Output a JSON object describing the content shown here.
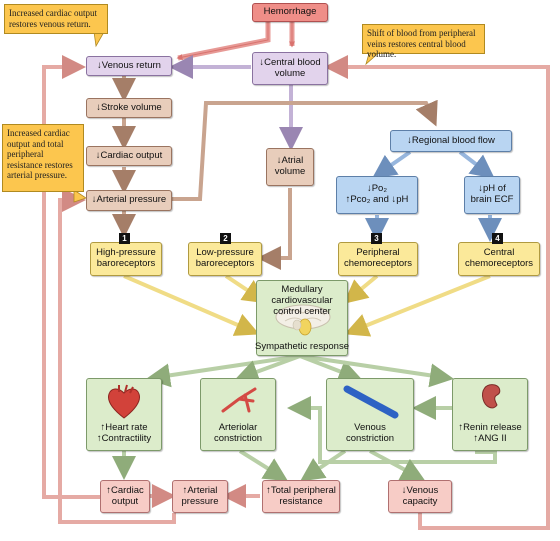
{
  "notes": {
    "venous_return": "Increased cardiac output restores venous return.",
    "shift": "Shift of blood from peripheral veins restores central blood volume.",
    "arterial": "Increased cardiac output and total peripheral resistance restores arterial pressure."
  },
  "boxes": {
    "hemorrhage": "Hemorrhage",
    "venous_return": "↓Venous return",
    "central_blood_volume": "↓Central blood volume",
    "stroke_volume": "↓Stroke volume",
    "cardiac_output_down": "↓Cardiac output",
    "atrial_volume": "↓Atrial volume",
    "arterial_pressure_down": "↓Arterial pressure",
    "regional_blood_flow": "↓Regional blood flow",
    "po2": "↓Po₂",
    "pco2_ph": "↑Pco₂ and ↓pH",
    "ph_ecf": "↓pH of brain ECF",
    "high_baro": "High-pressure baroreceptors",
    "low_baro": "Low-pressure baroreceptors",
    "peri_chemo": "Peripheral chemoreceptors",
    "central_chemo": "Central chemoreceptors",
    "medullary": "Medullary cardiovascular control center",
    "sympathetic": "Sympathetic response",
    "heart_rate": "↑Heart rate",
    "contractility": "↑Contractility",
    "arteriolar": "Arteriolar constriction",
    "venous_constriction": "Venous constriction",
    "renin": "↑Renin release",
    "ang": "↑ANG II",
    "cardiac_output_up": "↑Cardiac output",
    "arterial_pressure_up": "↑Arterial pressure",
    "tpr": "↑Total peripheral resistance",
    "venous_capacity": "↓Venous capacity"
  },
  "badges": [
    "1",
    "2",
    "3",
    "4"
  ],
  "colors": {
    "purple": "#e2d3ec",
    "tan": "#e8cdbb",
    "red": "#ef8e88",
    "pink": "#f7ccc6",
    "blue": "#b9d5f2",
    "yellow": "#fbe99a",
    "green": "#dceccb",
    "note": "#fcc64e"
  }
}
